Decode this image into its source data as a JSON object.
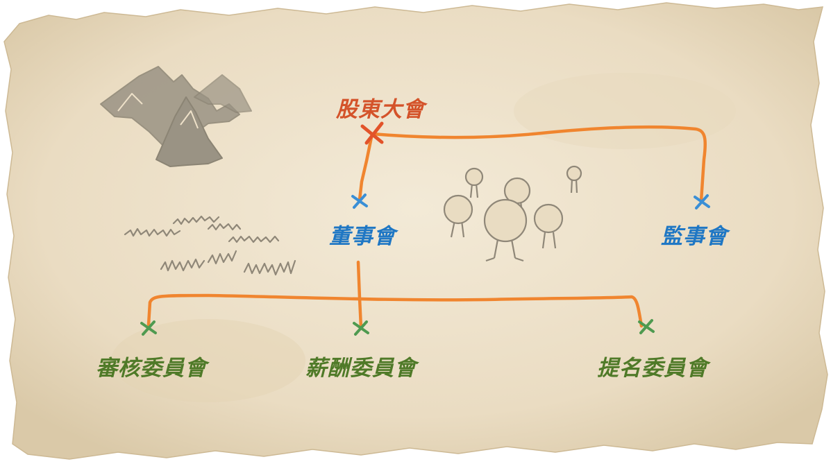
{
  "nodes": {
    "shareholders": {
      "label": "股東大會",
      "color": "#d4532a"
    },
    "board": {
      "label": "董事會",
      "color": "#1f77c4"
    },
    "supervisors": {
      "label": "監事會",
      "color": "#1f77c4"
    },
    "audit": {
      "label": "審核委員會",
      "color": "#4f7a28"
    },
    "remuneration": {
      "label": "薪酬委員會",
      "color": "#4f7a28"
    },
    "nomination": {
      "label": "提名委員會",
      "color": "#4f7a28"
    }
  },
  "theme": {
    "parchment": "#eee1c9",
    "path": "#f0852f",
    "sketch": "#8f8778"
  }
}
